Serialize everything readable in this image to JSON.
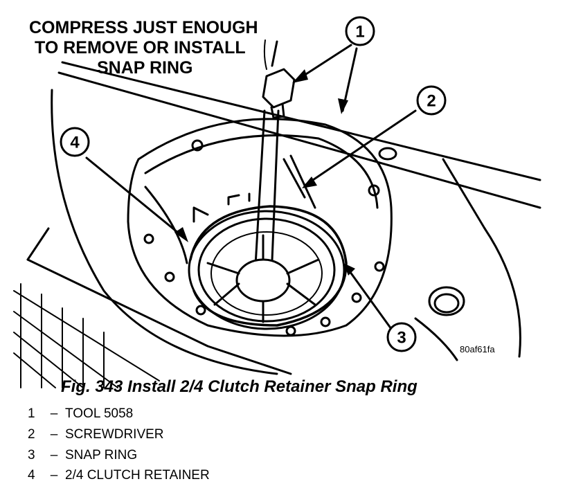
{
  "callout_text": {
    "line1": "COMPRESS JUST ENOUGH",
    "line2": "TO REMOVE OR INSTALL",
    "line3": "SNAP RING"
  },
  "figure_code": "80af61fa",
  "caption": "Fig. 343 Install 2/4 Clutch Retainer Snap Ring",
  "callouts": [
    "1",
    "2",
    "3",
    "4"
  ],
  "legend": [
    {
      "num": "1",
      "dash": "–",
      "label": "TOOL 5058"
    },
    {
      "num": "2",
      "dash": "–",
      "label": "SCREWDRIVER"
    },
    {
      "num": "3",
      "dash": "–",
      "label": "SNAP RING"
    },
    {
      "num": "4",
      "dash": "–",
      "label": "2/4 CLUTCH RETAINER"
    }
  ]
}
